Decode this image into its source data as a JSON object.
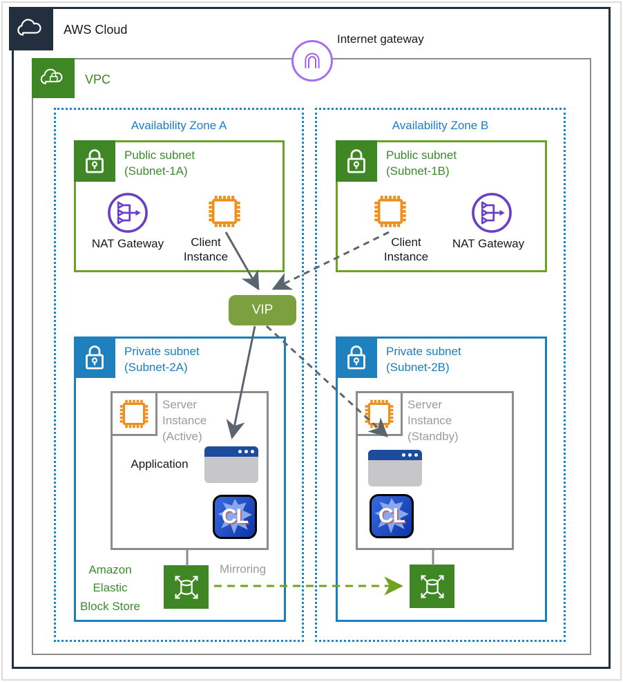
{
  "colors": {
    "aws_navy": "#232F3E",
    "vpc_border_gray": "#8B8B8B",
    "green_icon": "#3F8624",
    "public_subnet_border": "#6CA323",
    "public_subnet_text": "#3B8A2E",
    "private_subnet_blue": "#1F80BE",
    "az_blue": "#1A7DC2",
    "instance_orange": "#ED8F1C",
    "nat_purple": "#6B3FC5",
    "igw_purple": "#A46FF0",
    "vip_olive": "#7C9F40",
    "arrow_gray": "#5A6570",
    "mirror_green": "#6FA21E",
    "muted_gray": "#9B9B9B",
    "window_title_blue": "#1D4B9E"
  },
  "aws_cloud": {
    "label": "AWS Cloud"
  },
  "internet_gateway": {
    "label": "Internet gateway"
  },
  "vpc": {
    "label": "VPC"
  },
  "vip": {
    "label": "VIP"
  },
  "zone_a": {
    "label": "Availability Zone A",
    "public_subnet": {
      "title": "Public subnet\n(Subnet-1A)",
      "nat_label": "NAT Gateway",
      "client_label": "Client\nInstance"
    },
    "private_subnet": {
      "title": "Private subnet\n(Subnet-2A)",
      "server_label": "Server\nInstance\n(Active)",
      "application_label": "Application",
      "cl_text": "CL"
    }
  },
  "zone_b": {
    "label": "Availability Zone B",
    "public_subnet": {
      "title": "Public subnet\n(Subnet-1B)",
      "nat_label": "NAT Gateway",
      "client_label": "Client\nInstance"
    },
    "private_subnet": {
      "title": "Private subnet\n(Subnet-2B)",
      "server_label": "Server\nInstance\n(Standby)",
      "cl_text": "CL"
    }
  },
  "storage": {
    "ebs_label": "Amazon\nElastic\nBlock Store",
    "mirroring_label": "Mirroring"
  }
}
